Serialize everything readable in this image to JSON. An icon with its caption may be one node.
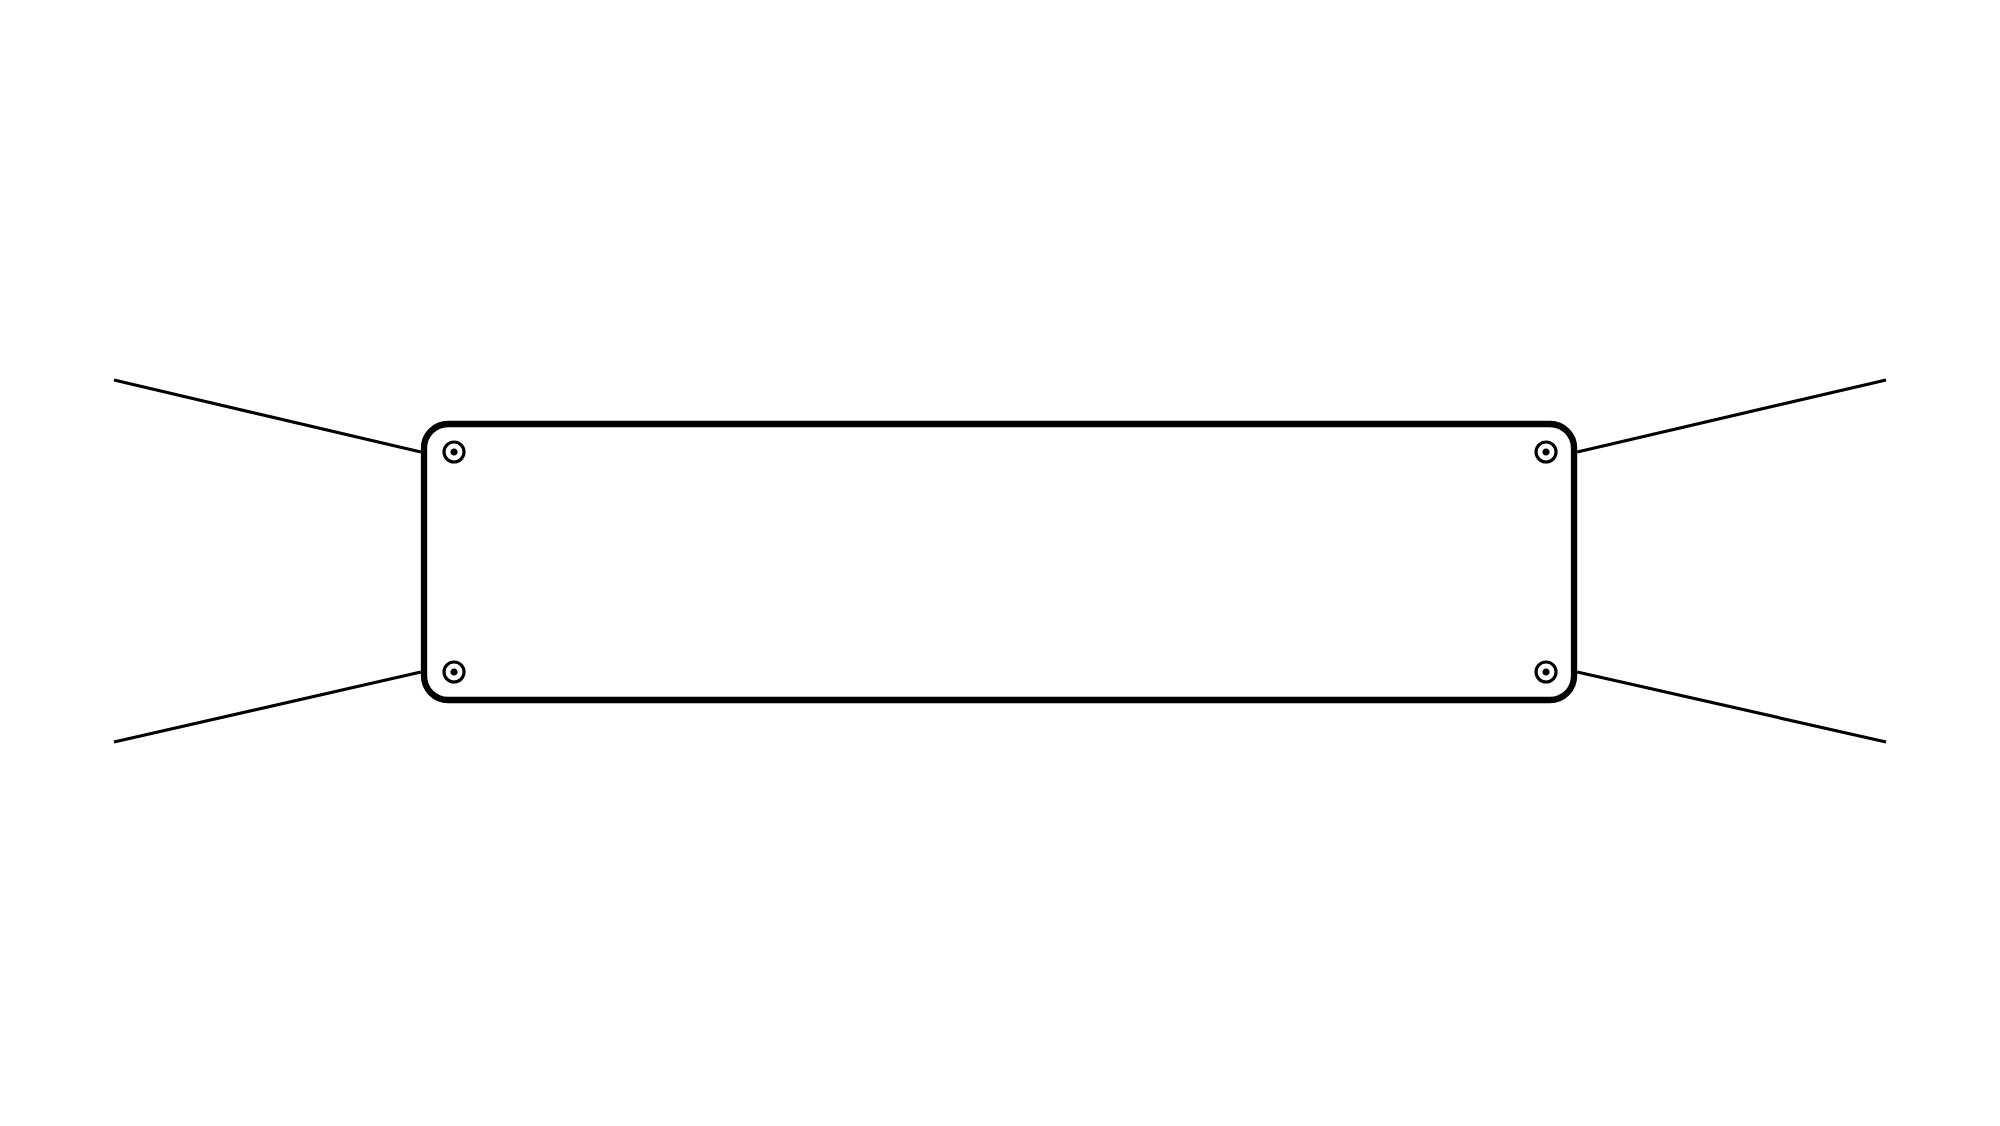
{
  "diagram": {
    "nodes": [
      {
        "text": [],
        "shape": "box"
      },
      {
        "text": [],
        "shape": "circle",
        "in": 0
      },
      {
        "text": [],
        "shape": "circle",
        "in": 0
      },
      {
        "text": [],
        "shape": "circle",
        "in": 0
      },
      {
        "text": [],
        "shape": "circle",
        "in": 0
      }
    ],
    "edges": [
      {
        "from": 1,
        "to": null,
        "arrow": "none"
      },
      {
        "from": 3,
        "to": null,
        "arrow": "none"
      },
      {
        "from": 2,
        "to": null,
        "arrow": "none"
      },
      {
        "from": 4,
        "to": null,
        "arrow": "none"
      }
    ]
  }
}
